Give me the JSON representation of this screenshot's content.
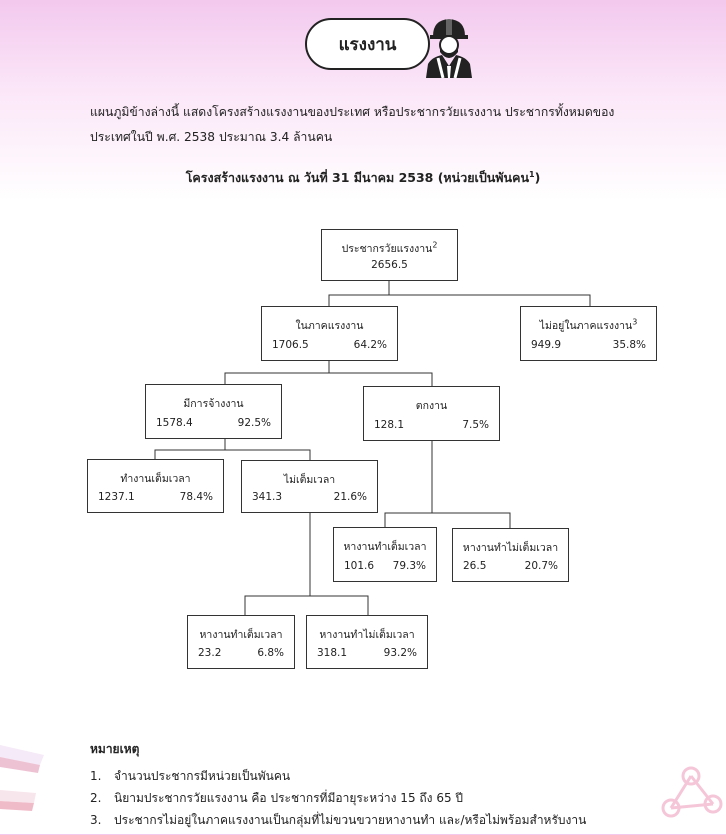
{
  "header": {
    "title": "แรงงาน"
  },
  "intro": "แผนภูมิข้างล่างนี้ แสดงโครงสร้างแรงงานของประเทศ หรือประชากรวัยแรงงาน ประชากรทั้งหมดของประเทศในปี พ.ศ. 2538 ประมาณ 3.4 ล้านคน",
  "subtitle": {
    "text": "โครงสร้างแรงงาน ณ วันที่ 31 มีนาคม 2538 (หน่วยเป็นพันคน",
    "sup": "1",
    "close": ")"
  },
  "nodes": {
    "root": {
      "label": "ประชากรวัยแรงงาน",
      "sup": "2",
      "value": "2656.5"
    },
    "inlf": {
      "label": "ในภาคแรงงาน",
      "value": "1706.5",
      "pct": "64.2%"
    },
    "notlf": {
      "label": "ไม่อยู่ในภาคแรงงาน",
      "sup": "3",
      "value": "949.9",
      "pct": "35.8%"
    },
    "employed": {
      "label": "มีการจ้างงาน",
      "value": "1578.4",
      "pct": "92.5%"
    },
    "unemployed": {
      "label": "ตกงาน",
      "value": "128.1",
      "pct": "7.5%"
    },
    "fulltime": {
      "label": "ทำงานเต็มเวลา",
      "value": "1237.1",
      "pct": "78.4%"
    },
    "parttime": {
      "label": "ไม่เต็มเวลา",
      "value": "341.3",
      "pct": "21.6%"
    },
    "un_full": {
      "label": "หางานทำเต็มเวลา",
      "value": "101.6",
      "pct": "79.3%"
    },
    "un_part": {
      "label": "หางานทำไม่เต็มเวลา",
      "value": "26.5",
      "pct": "20.7%"
    },
    "pt_full": {
      "label": "หางานทำเต็มเวลา",
      "value": "23.2",
      "pct": "6.8%"
    },
    "pt_part": {
      "label": "หางานทำไม่เต็มเวลา",
      "value": "318.1",
      "pct": "93.2%"
    }
  },
  "notes": {
    "title": "หมายเหตุ",
    "items": [
      {
        "num": "1.",
        "text": "จำนวนประชากรมีหน่วยเป็นพันคน"
      },
      {
        "num": "2.",
        "text": "นิยามประชากรวัยแรงงาน คือ ประชากรที่มีอายุระหว่าง 15 ถึง 65 ปี"
      },
      {
        "num": "3.",
        "text": "ประชากรไม่อยู่ในภาคแรงงานเป็นกลุ่มที่ไม่ขวนขวายหางานทำ และ/หรือไม่พร้อมสำหรับงาน"
      }
    ]
  }
}
